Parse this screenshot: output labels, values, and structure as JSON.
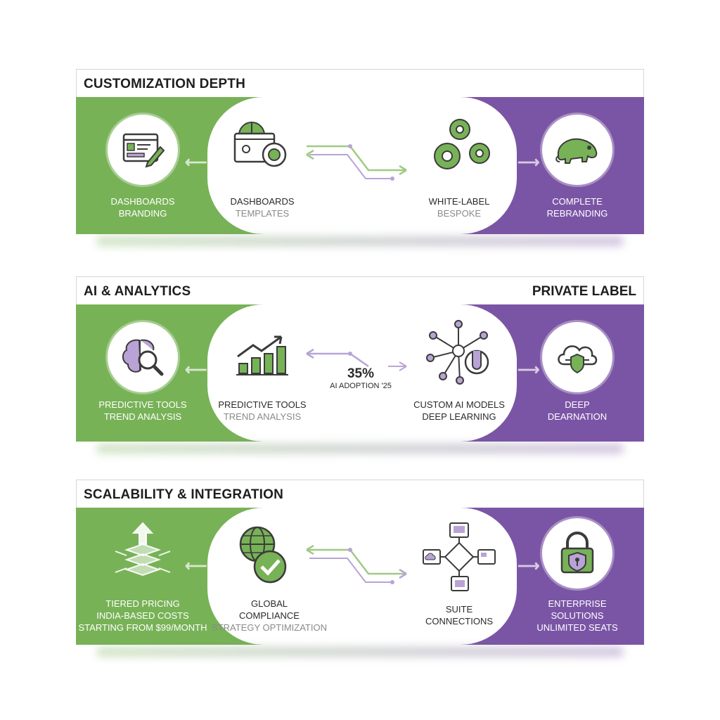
{
  "sections": [
    {
      "title": "CUSTOMIZATION DEPTH",
      "title_right": "",
      "left": [
        "DASHBOARDS",
        "BRANDING"
      ],
      "mid_left": [
        "DASHBOARDS",
        "TEMPLATES"
      ],
      "mid_right": [
        "WHITE-LABEL",
        "BESPOKE"
      ],
      "right": [
        "COMPLETE",
        "REBRANDING"
      ]
    },
    {
      "title": "AI & ANALYTICS",
      "title_right": "PRIVATE LABEL",
      "left": [
        "PREDICTIVE TOOLS",
        "TREND ANALYSIS"
      ],
      "mid_left": [
        "PREDICTIVE TOOLS",
        "TREND ANALYSIS"
      ],
      "center_stat": "35%",
      "center_stat_label": "AI ADOPTION '25",
      "mid_right": [
        "CUSTOM AI MODELS",
        "DEEP LEARNING"
      ],
      "right": [
        "DEEP",
        "DEARNATION"
      ]
    },
    {
      "title": "SCALABILITY & INTEGRATION",
      "title_right": "",
      "left": [
        "TIERED PRICING",
        "INDIA-BASED COSTS",
        "STARTING FROM $99/MONTH"
      ],
      "mid_left": [
        "GLOBAL",
        "COMPLIANCE",
        "STRATEGY OPTIMIZATION"
      ],
      "mid_right": [
        "SUITE",
        "CONNECTIONS"
      ],
      "right": [
        "ENTERPRISE",
        "SOLUTIONS",
        "UNLIMITED SEATS"
      ]
    }
  ],
  "colors": {
    "green": "#78b257",
    "purple": "#7b55a5",
    "line_green": "#9fcb83",
    "line_purple": "#b9a3d6"
  },
  "icons": [
    [
      "dashboard-edit-icon",
      "browser-gear-icon",
      "gears-icon",
      "chameleon-icon"
    ],
    [
      "brain-search-icon",
      "growth-chart-icon",
      "ai-network-icon",
      "cloud-shield-icon"
    ],
    [
      "scale-up-icon",
      "globe-check-icon",
      "integration-hub-icon",
      "padlock-icon"
    ]
  ]
}
